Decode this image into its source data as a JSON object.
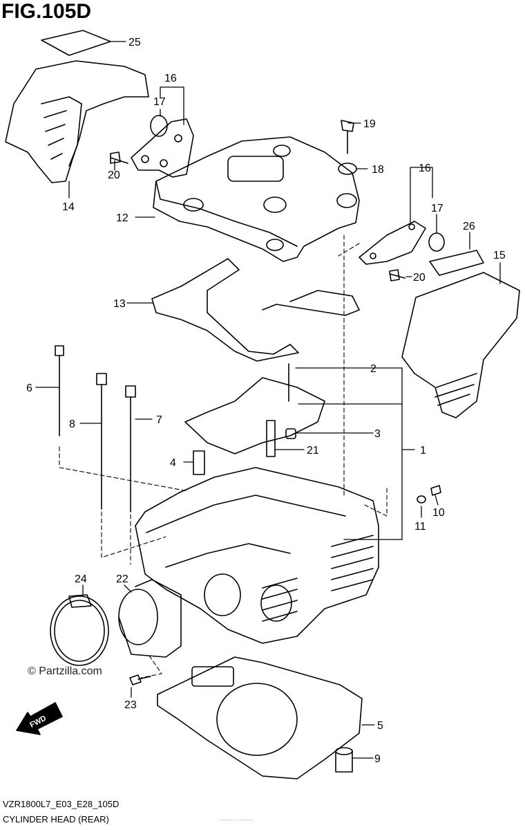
{
  "figure": {
    "title": "FIG.105D",
    "model_code": "VZR1800L7_E03_E28_105D",
    "name": "CYLINDER HEAD (REAR)",
    "credit": "© Partzilla.com",
    "direction_label": "FWD",
    "fine_print": "........... .. ....... ......"
  },
  "callouts": [
    "1",
    "2",
    "3",
    "4",
    "5",
    "6",
    "7",
    "8",
    "9",
    "10",
    "11",
    "12",
    "13",
    "14",
    "15",
    "16",
    "16",
    "17",
    "17",
    "18",
    "19",
    "20",
    "20",
    "21",
    "22",
    "23",
    "24",
    "25",
    "26"
  ]
}
